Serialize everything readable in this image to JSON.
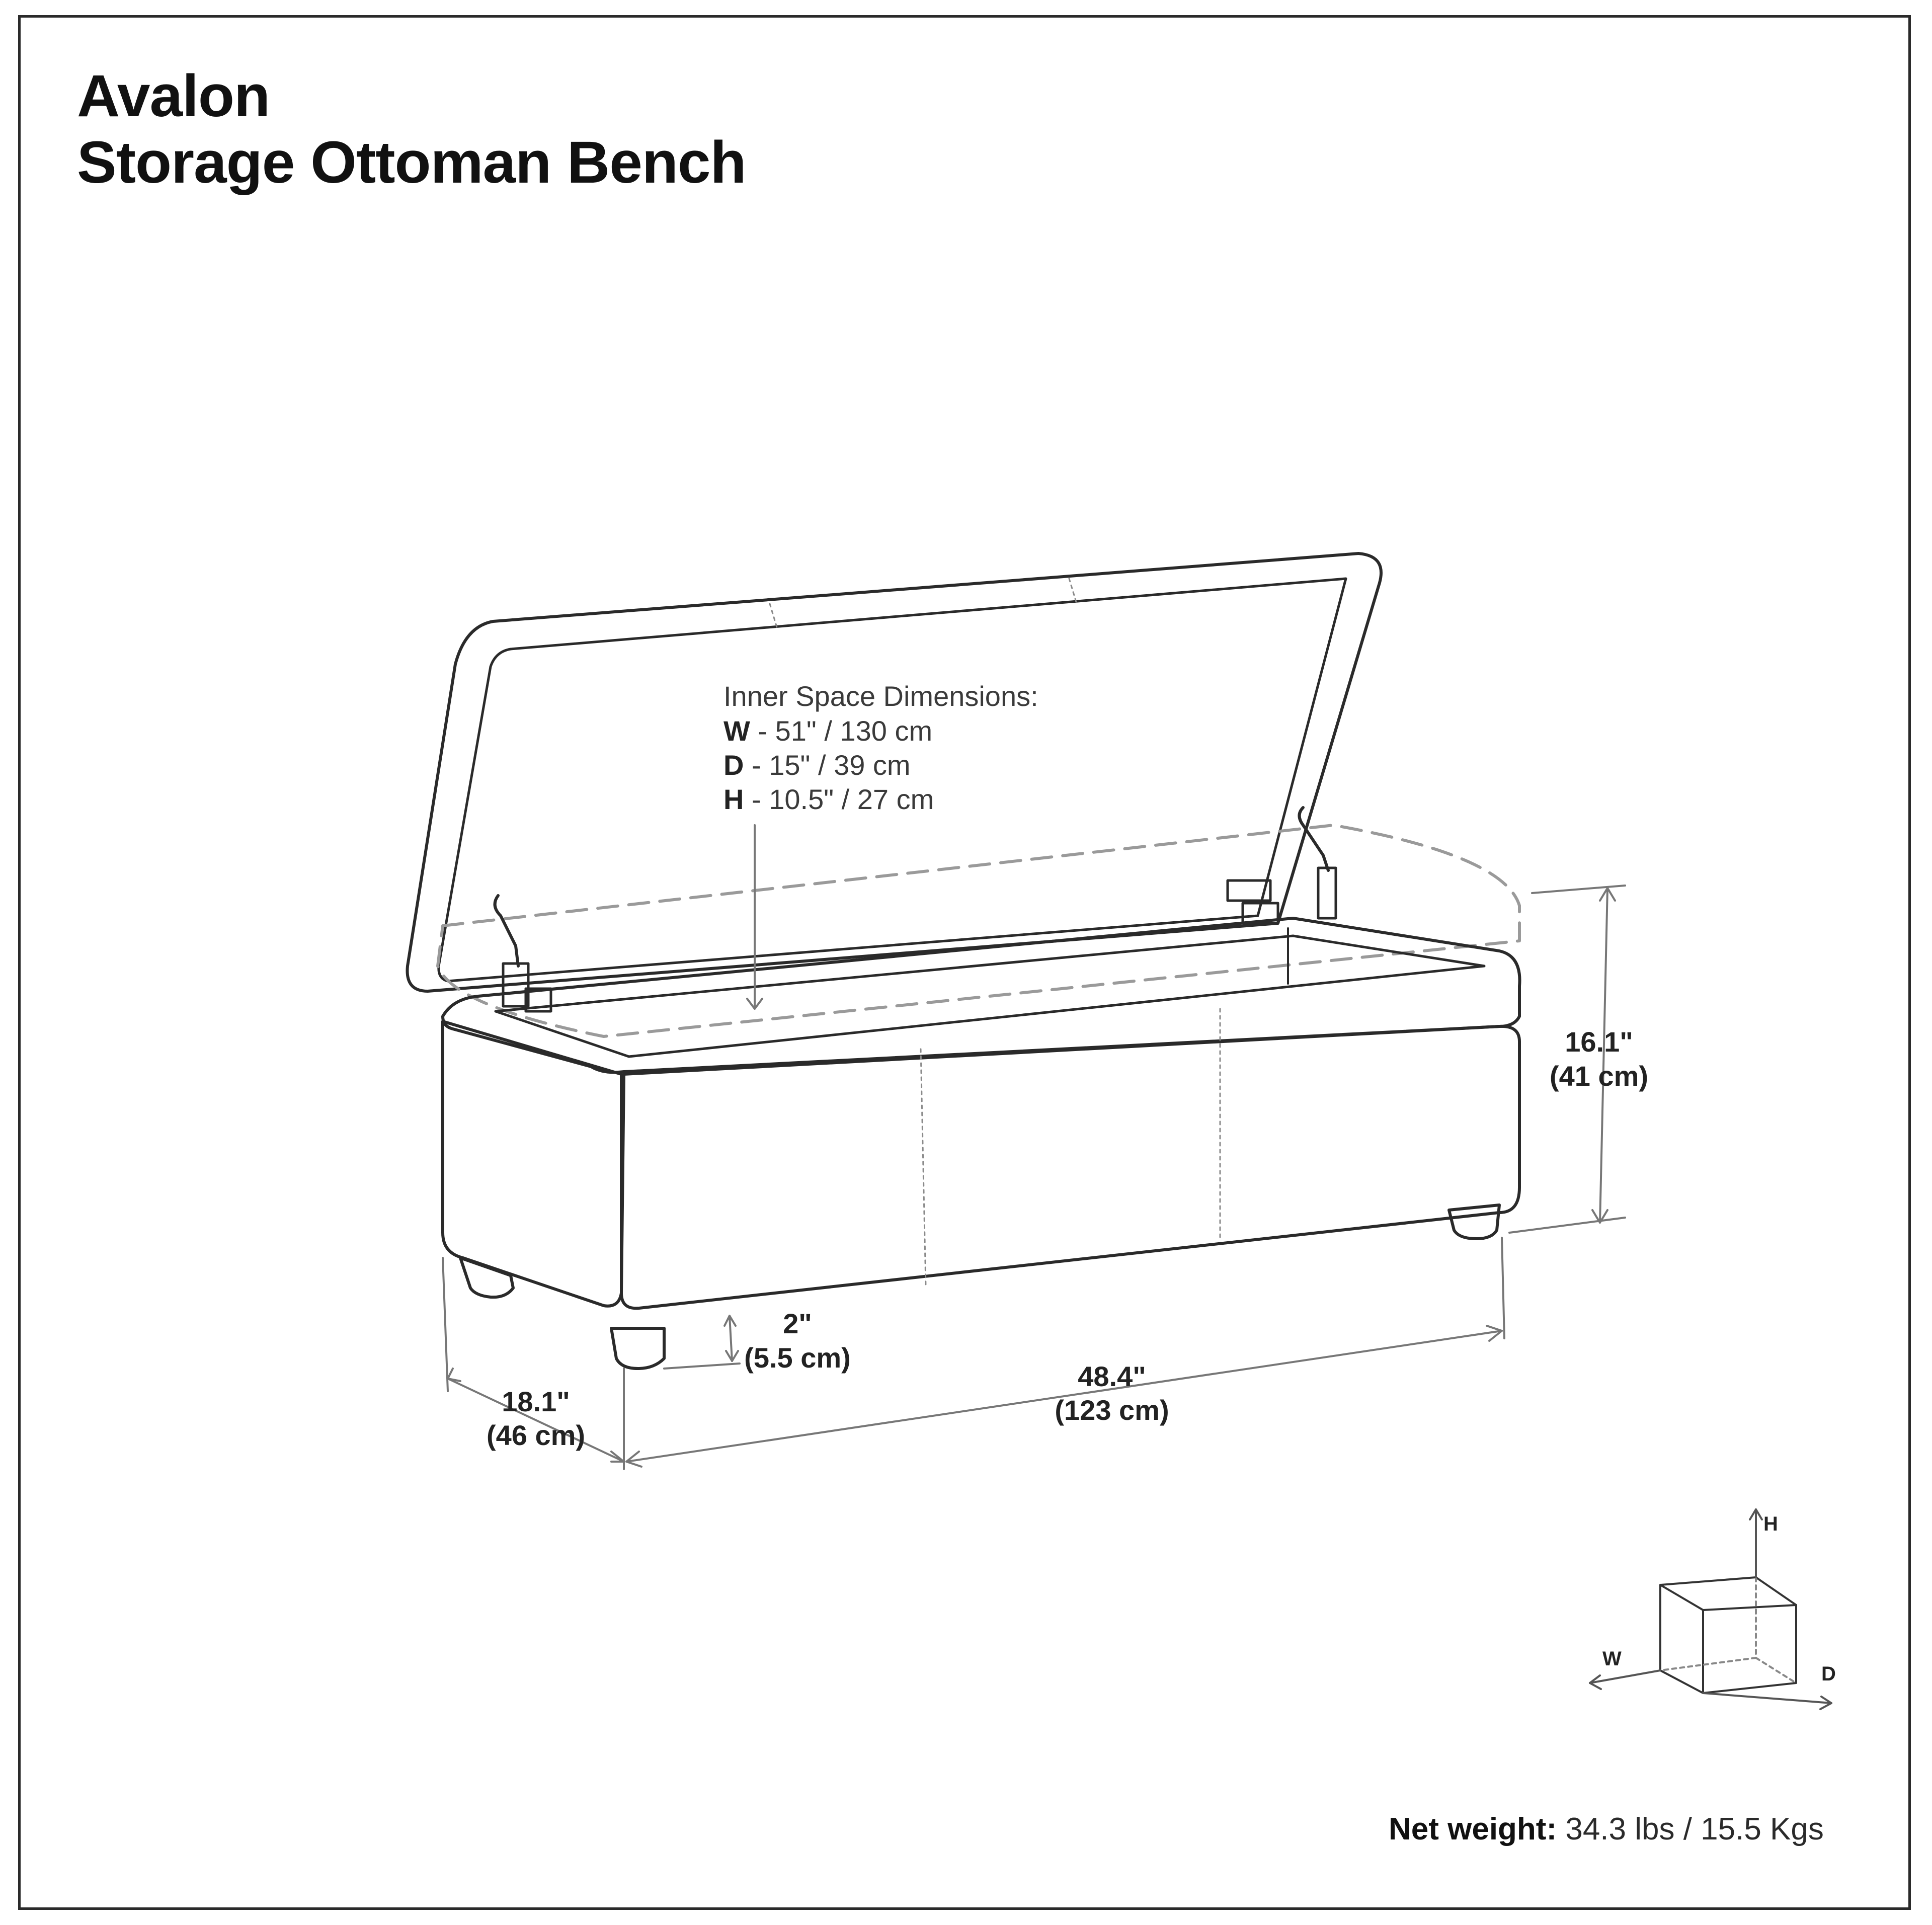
{
  "title": {
    "line1": "Avalon",
    "line2": "Storage Ottoman Bench"
  },
  "inner_space": {
    "heading": "Inner Space Dimensions:",
    "w_label": "W",
    "w_value": " - 51\" / 130 cm",
    "d_label": "D",
    "d_value": " - 15\" / 39 cm",
    "h_label": "H",
    "h_value": " - 10.5\" / 27 cm"
  },
  "dimensions": {
    "height_in": "16.1\"",
    "height_cm": "(41 cm)",
    "width_in": "48.4\"",
    "width_cm": "(123 cm)",
    "depth_in": "18.1\"",
    "depth_cm": "(46 cm)",
    "leg_in": "2\"",
    "leg_cm": "(5.5 cm)"
  },
  "axes": {
    "h": "H",
    "w": "W",
    "d": "D"
  },
  "net_weight": {
    "label": "Net weight:",
    "value": " 34.3 lbs / 15.5 Kgs"
  },
  "colors": {
    "line": "#2a2a2a",
    "dashed": "#9a9a9a",
    "dim_line": "#777777"
  }
}
